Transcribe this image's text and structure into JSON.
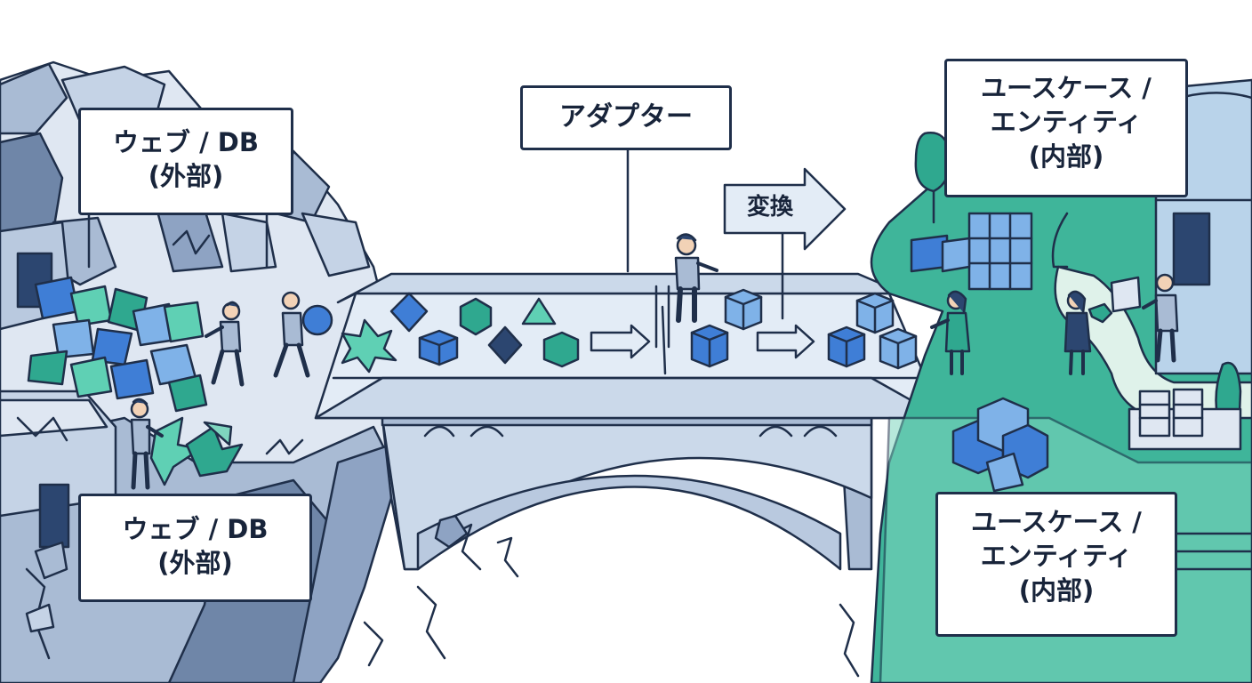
{
  "colors": {
    "outline": "#1f2f4a",
    "stone_light": "#dfe7f2",
    "stone_mid": "#a9bbd4",
    "stone_dark": "#6f86a8",
    "bridge_fill": "#cbd9ea",
    "bridge_deck": "#e3ecf6",
    "teal": "#2fa88f",
    "teal_light": "#5fd0b4",
    "green_land": "#3fb59a",
    "green_light": "#7ed6bf",
    "blue_block": "#3f7ed6",
    "blue_light": "#7fb2e8",
    "navy": "#2c4670"
  },
  "labels": {
    "external_top": {
      "line1": "ウェブ / DB",
      "line2": "(外部)"
    },
    "external_bottom": {
      "line1": "ウェブ / DB",
      "line2": "(外部)"
    },
    "adapter": "アダプター",
    "transform": "変換",
    "internal_top": {
      "line1": "ユースケース /",
      "line2": "エンティティ",
      "line3": "(内部)"
    },
    "internal_bottom": {
      "line1": "ユースケース /",
      "line2": "エンティティ",
      "line3": "(内部)"
    }
  },
  "icons": {
    "arrow_deck_1": "right-arrow-icon",
    "arrow_deck_2": "right-arrow-icon",
    "transform_arrow": "right-arrow-icon"
  }
}
